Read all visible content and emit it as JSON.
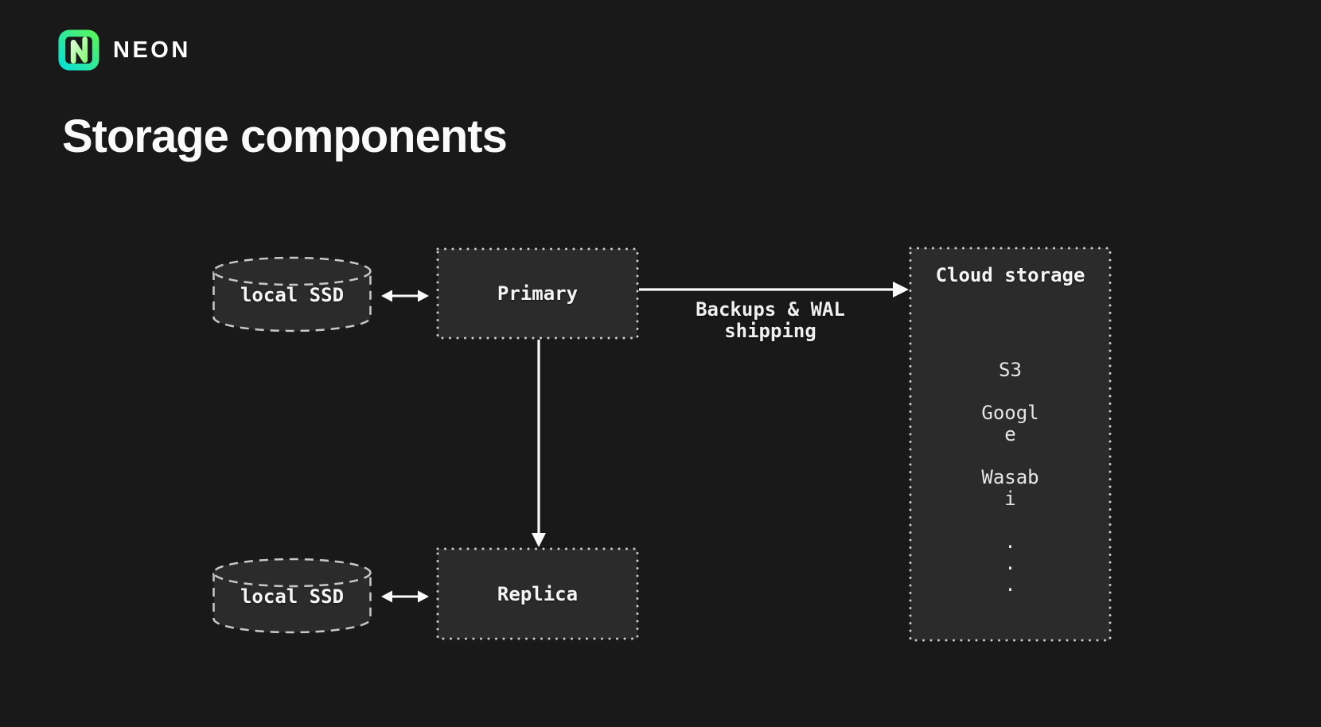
{
  "colors": {
    "background": "#191919",
    "node_fill": "#2b2b2b",
    "node_border": "#cccccc",
    "arrow": "#fafafa",
    "text": "#f5f5f5",
    "logo_gradient_start": "#0adfd2",
    "logo_gradient_end": "#58f55e",
    "logo_n": "#9df988"
  },
  "header": {
    "brand": "NEON"
  },
  "title": "Storage components",
  "diagram": {
    "primary_disk": {
      "label": "local SSD"
    },
    "replica_disk": {
      "label": "local SSD"
    },
    "primary": {
      "label": "Primary"
    },
    "replica": {
      "label": "Replica"
    },
    "backup_edge": {
      "label": "Backups & WAL shipping"
    },
    "cloud": {
      "title": "Cloud storage",
      "items": [
        "S3",
        "Google",
        "Wasabi"
      ],
      "dots": [
        ".",
        ".",
        "."
      ]
    }
  }
}
